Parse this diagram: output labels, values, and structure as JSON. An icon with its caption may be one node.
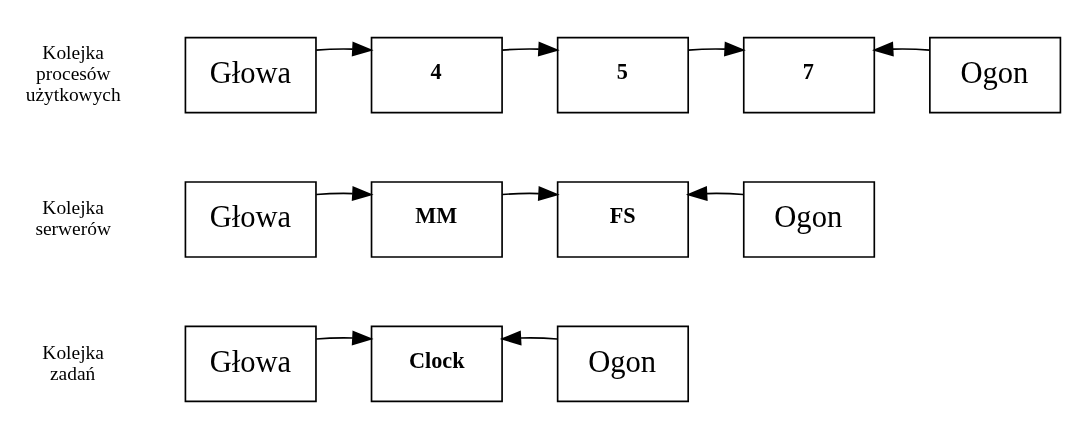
{
  "diagram": {
    "nodes": [
      {
        "text": [
          "Głowa"
        ]
      },
      {
        "text": [
          "4"
        ]
      },
      {
        "text": [
          "5"
        ]
      },
      {
        "text": [
          "7"
        ]
      },
      {
        "text": [
          "Ogon"
        ]
      },
      {
        "text": [
          "Głowa"
        ]
      },
      {
        "text": [
          "MM"
        ]
      },
      {
        "text": [
          "FS"
        ]
      },
      {
        "text": [
          "Ogon"
        ]
      },
      {
        "text": [
          "Głowa"
        ]
      },
      {
        "text": [
          "Clock"
        ]
      },
      {
        "text": [
          "Ogon"
        ]
      }
    ],
    "edges": [
      {
        "from": 0,
        "to": 1,
        "arrow": "to"
      },
      {
        "from": 1,
        "to": 2,
        "arrow": "to"
      },
      {
        "from": 2,
        "to": 3,
        "arrow": "to"
      },
      {
        "from": 4,
        "to": 3,
        "arrow": "to"
      },
      {
        "from": 5,
        "to": 6,
        "arrow": "to"
      },
      {
        "from": 6,
        "to": 7,
        "arrow": "to"
      },
      {
        "from": 8,
        "to": 7,
        "arrow": "to"
      },
      {
        "from": 9,
        "to": 10,
        "arrow": "to"
      },
      {
        "from": 11,
        "to": 10,
        "arrow": "to"
      }
    ],
    "labels": [
      "Kolejka procesów użytkowych",
      "Kolejka serwerów",
      "Kolejka zadań"
    ]
  }
}
